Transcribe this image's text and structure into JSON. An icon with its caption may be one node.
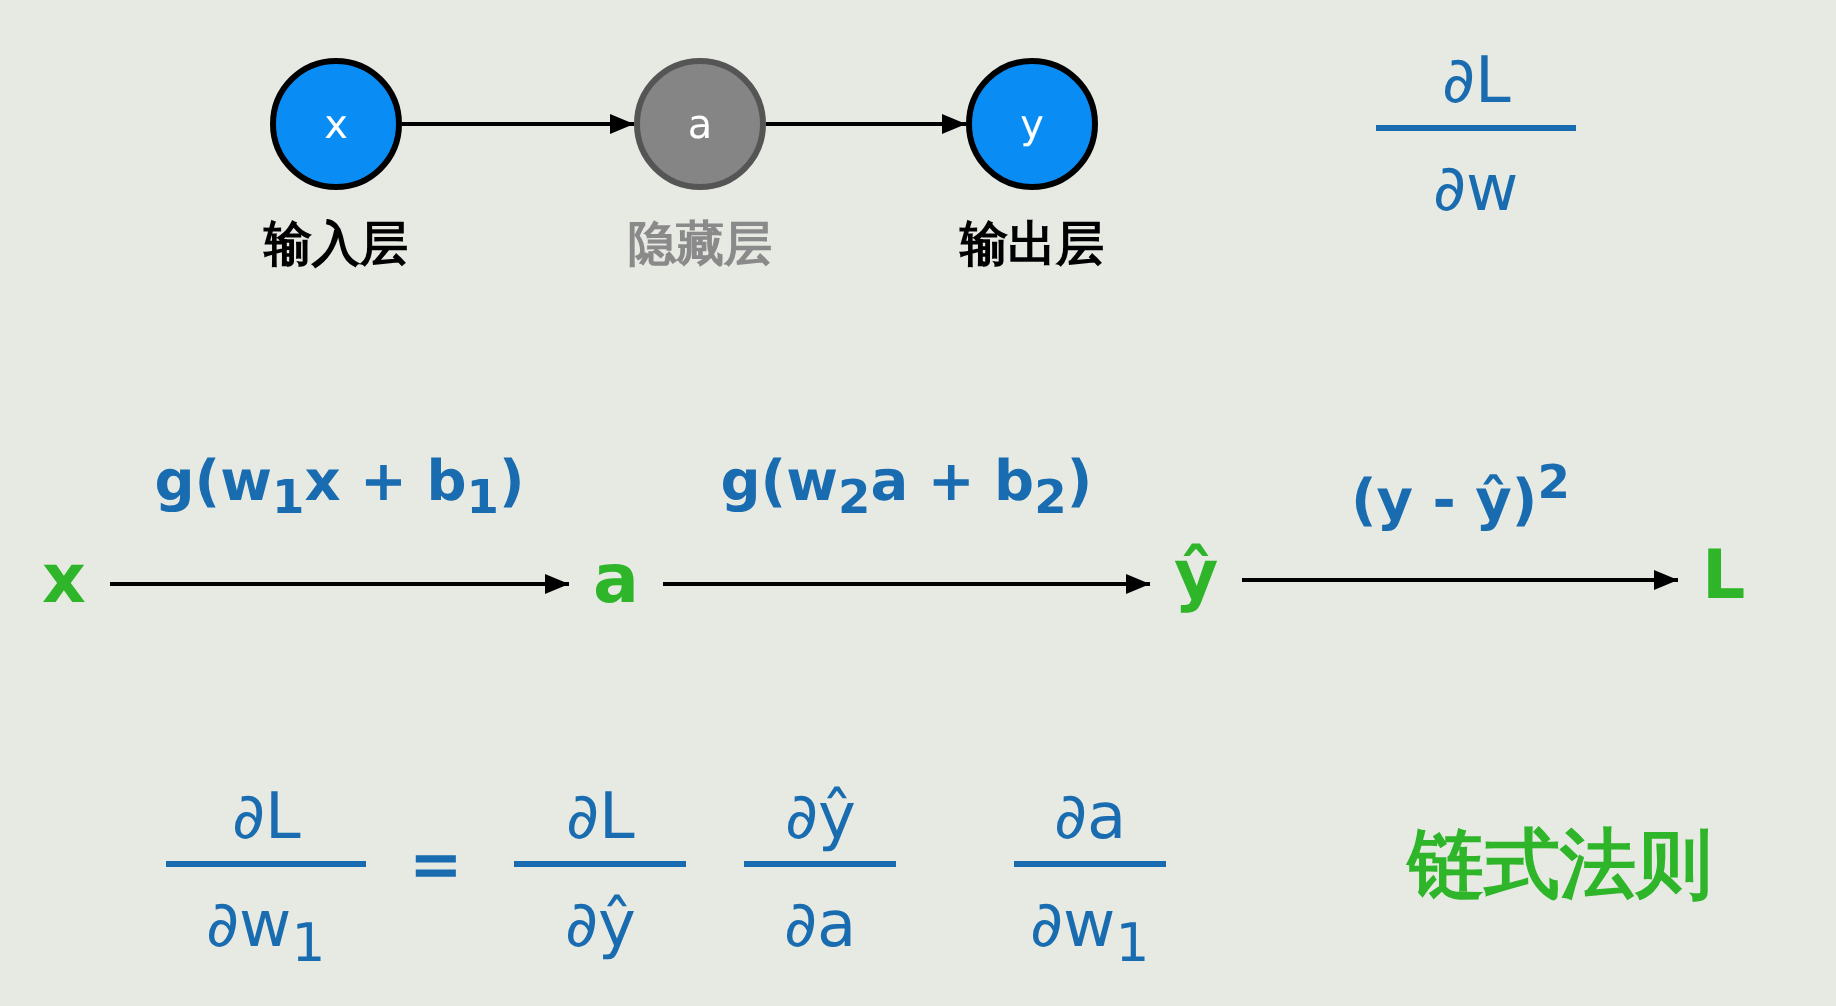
{
  "diagram": {
    "nodes": [
      {
        "text": [
          "x"
        ],
        "beside": [
          "输入层"
        ]
      },
      {
        "text": [
          "a"
        ],
        "beside": [
          "隐藏层"
        ]
      },
      {
        "text": [
          "y"
        ],
        "beside": [
          "输出层"
        ]
      },
      {
        "text": [
          "x"
        ]
      },
      {
        "text": [
          "a"
        ]
      },
      {
        "text": [
          "ŷ"
        ]
      },
      {
        "text": [
          "L"
        ]
      }
    ],
    "edges": [
      {
        "from": 0,
        "to": 1,
        "arrow": "to"
      },
      {
        "from": 1,
        "to": 2,
        "arrow": "to"
      },
      {
        "from": 3,
        "to": 4,
        "arrow": "to",
        "label": "g(w$_{1}$x + b$_{1}$)"
      },
      {
        "from": 4,
        "to": 5,
        "arrow": "to",
        "label": "g(w$_{2}$a + b$_{2}$)"
      },
      {
        "from": 5,
        "to": 6,
        "arrow": "to",
        "label": "(y - ŷ)$^{2}$"
      }
    ],
    "labels": [
      "∂L",
      "∂w",
      "∂L",
      "∂w$_{1}$",
      "=",
      "∂L",
      "∂ŷ",
      "∂ŷ",
      "∂a",
      "∂a",
      "∂w$_{1}$",
      "链式法则"
    ]
  }
}
